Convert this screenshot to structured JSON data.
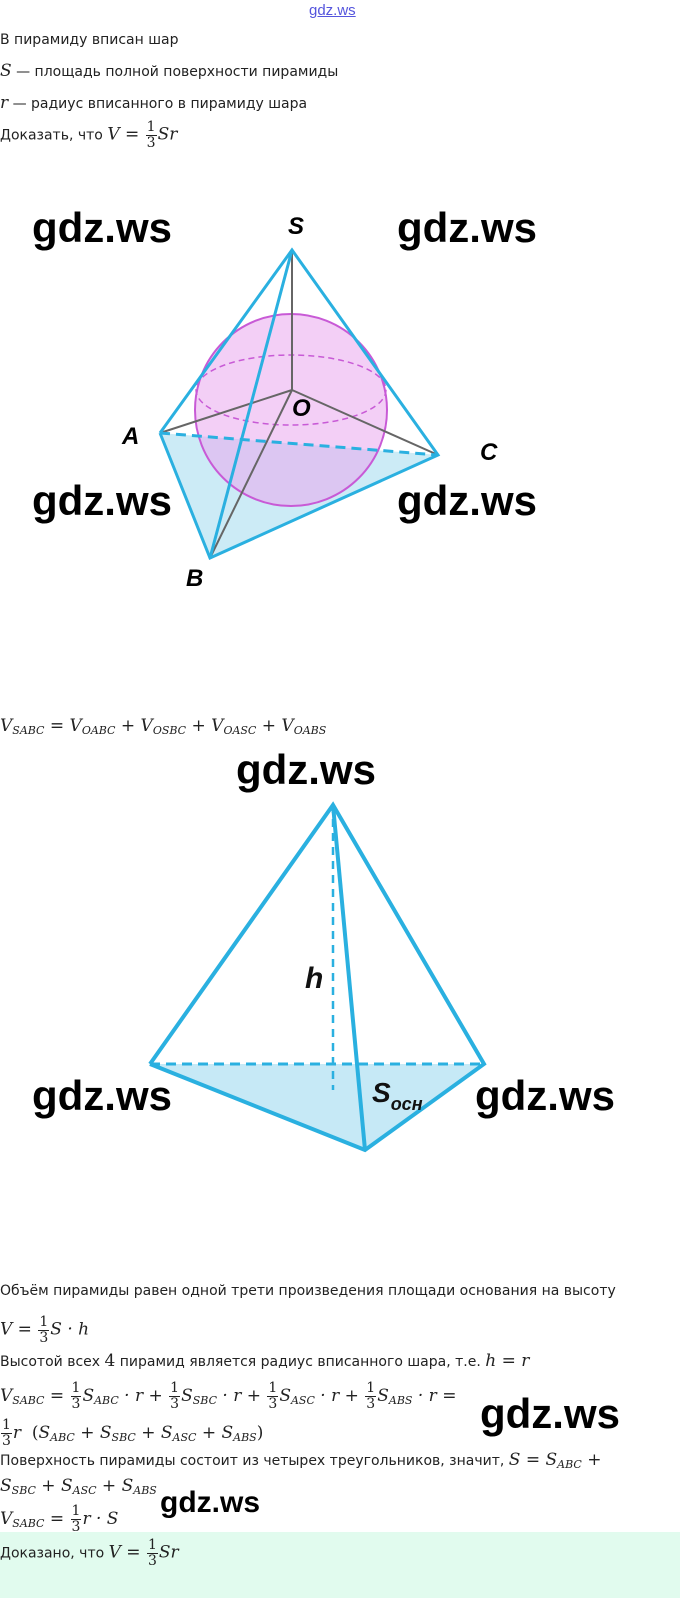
{
  "header": {
    "site_link": "gdz.ws"
  },
  "problem": {
    "line1": "В пирамиду вписан шар",
    "line2_var": "S",
    "line2_text": " — площадь полной поверхности пирамиды",
    "line3_var": "r",
    "line3_text": " — радиус вписанного в пирамиду шара",
    "line4_text": "Доказать, что ",
    "line4_lhs": "V = ",
    "frac_num": "1",
    "frac_den": "3",
    "line4_rhs": "Sr"
  },
  "figure1": {
    "labels": {
      "S": "S",
      "O": "O",
      "A": "A",
      "B": "B",
      "C": "C"
    }
  },
  "volume_sum": {
    "V": "V",
    "sub0": "SABC",
    "eq": " = ",
    "t1": "OABC",
    "t2": "OSBC",
    "t3": "OASC",
    "t4": "OABS",
    "plus": " + "
  },
  "figure2": {
    "h_label": "h",
    "s_label": "S",
    "s_sub": "осн"
  },
  "solution": {
    "line1": "Объём пирамиды равен одной трети произведения площади основания на высоту",
    "formula1_lhs": "V = ",
    "formula1_rhs": "S · h",
    "line2_text": "Высотой всех ",
    "line2_num": "4",
    "line2_text2": " пирамид является радиус вписанного шара, т.е. ",
    "line2_eq": "h = r",
    "f2_S": "S",
    "sub_abc": "ABC",
    "sub_sbc": "SBC",
    "sub_asc": "ASC",
    "sub_abs": "ABS",
    "sub_sabc": "SABC",
    "times_r": " · r",
    "f3_r": "r",
    "line3_text": "Поверхность пирамиды состоит из четырех треугольников, значит, ",
    "f5_tail": "r  · S",
    "proved_text": "Доказано, что "
  },
  "watermark": "gdz.ws"
}
